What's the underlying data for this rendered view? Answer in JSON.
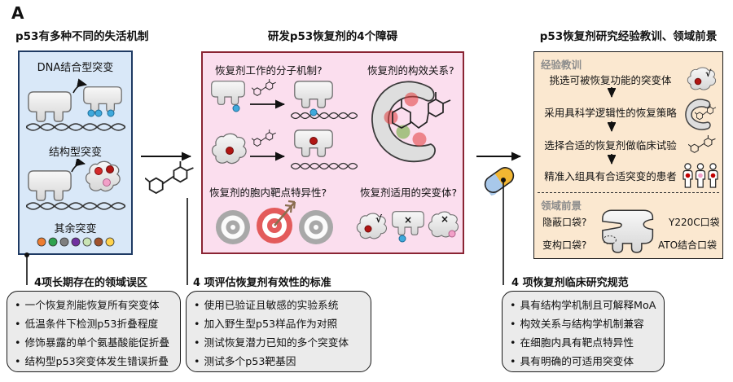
{
  "figure_label": "A",
  "marks": {
    "check": "√",
    "cross": "×"
  },
  "left": {
    "title": "p53有多种不同的失活机制",
    "panel": {
      "row1_label": "DNA结合型突变",
      "row2_label": "结构型突变",
      "row3_label": "其余突变",
      "other_mutation_dot_colors": [
        "#ED7D31",
        "#2EA24E",
        "#7F7F7F",
        "#7030A0",
        "#C9E4B4",
        "#A0522D",
        "#FFD34D"
      ]
    },
    "bottom": {
      "title": "4项长期存在的领域误区",
      "bullets": [
        "一个恢复剂能恢复所有突变体",
        "低温条件下检测p53折叠程度",
        "修饰暴露的单个氨基酸能促折叠",
        "结构型p53突变体发生错误折叠"
      ]
    }
  },
  "middle": {
    "title": "研发p53恢复剂的4个障碍",
    "panel": {
      "q1": "恢复剂工作的分子机制?",
      "q2": "恢复剂的构效关系?",
      "q3": "恢复剂的胞内靶点特异性?",
      "q4": "恢复剂适用的突变体?"
    },
    "bottom": {
      "title": "4 项评估恢复剂有效性的标准",
      "bullets": [
        "使用已验证且敏感的实验系统",
        "加入野生型p53样品作为对照",
        "测试恢复潜力已知的多个突变体",
        "测试多个p53靶基因"
      ]
    }
  },
  "right": {
    "title": "p53恢复剂研究经验教训、领域前景",
    "panel": {
      "lessons_header": "经验教训",
      "steps": [
        "挑选可被恢复功能的突变体",
        "采用具科学逻辑性的恢复策略",
        "选择合适的恢复剂做临床试验",
        "精准入组具有合适突变的患者"
      ],
      "prospects_header": "领域前景",
      "pocket_labels": {
        "cryptic": "隐蔽口袋?",
        "allosteric": "变构口袋?",
        "y220c": "Y220C口袋",
        "ato": "ATO结合口袋"
      }
    },
    "bottom": {
      "title": "4 项恢复剂临床研究规范",
      "bullets": [
        "具有结构学机制且可解释MoA",
        "构效关系与结构学机制兼容",
        "在细胞内具有靶点特异性",
        "具有明确的可适用突变体"
      ]
    }
  },
  "colors": {
    "blue_panel_bg": "#d9e8f8",
    "blue_panel_border": "#1e3a63",
    "pink_panel_bg": "#fbdeee",
    "pink_panel_border": "#8a2433",
    "orange_panel_bg": "#fbe8d0",
    "gray_box_bg": "#ebebeb",
    "dna_contact_dot": "#3fa9dc",
    "structural_dot_red": "#b01513",
    "structural_dot_pink": "#f2a0c8",
    "target_red": "#e35b5b",
    "target_gray": "#a8a8a8",
    "pill_blue": "#a8c8ea",
    "pill_yellow": "#f2b632",
    "sar_red": "#e23b3b",
    "sar_green": "#6fae3e"
  }
}
